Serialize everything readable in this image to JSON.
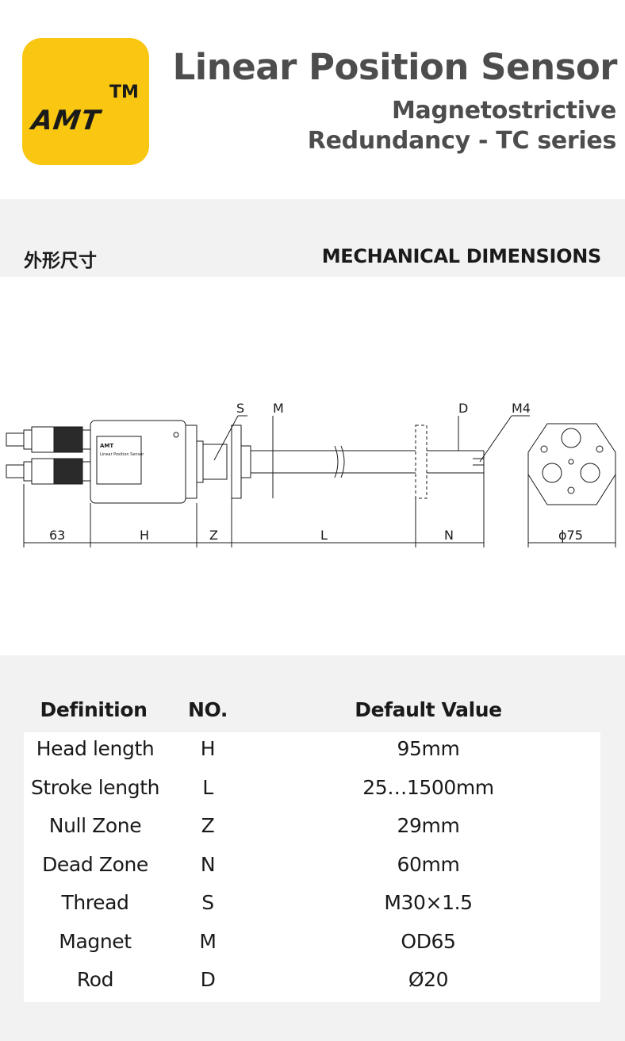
{
  "header": {
    "logo_text": "AMT",
    "logo_tm": "TM",
    "title": "Linear Position Sensor",
    "subtitle_line1": "Magnetostrictive",
    "subtitle_line2": "Redundancy - TC series"
  },
  "section": {
    "title_cn": "外形尺寸",
    "title_en": "MECHANICAL DIMENSIONS"
  },
  "drawing": {
    "labels": {
      "s": "S",
      "m": "M",
      "d": "D",
      "m4": "M4",
      "dim_63": "63",
      "dim_h": "H",
      "dim_z": "Z",
      "dim_l": "L",
      "dim_n": "N",
      "dim_phi75": "ϕ75",
      "label_logo": "AMT",
      "label_title": "Linear Position Sensor"
    },
    "colors": {
      "line": "#1a1a1a",
      "accent": "#f9c712"
    }
  },
  "table": {
    "headers": {
      "definition": "Definition",
      "no": "NO.",
      "value": "Default Value"
    },
    "rows": [
      {
        "definition": "Head length",
        "no": "H",
        "value": "95mm"
      },
      {
        "definition": "Stroke length",
        "no": "L",
        "value": "25…1500mm"
      },
      {
        "definition": "Null Zone",
        "no": "Z",
        "value": "29mm"
      },
      {
        "definition": "Dead Zone",
        "no": "N",
        "value": "60mm"
      },
      {
        "definition": "Thread",
        "no": "S",
        "value": "M30×1.5"
      },
      {
        "definition": "Magnet",
        "no": "M",
        "value": "OD65"
      },
      {
        "definition": "Rod",
        "no": "D",
        "value": "Ø20"
      }
    ]
  }
}
